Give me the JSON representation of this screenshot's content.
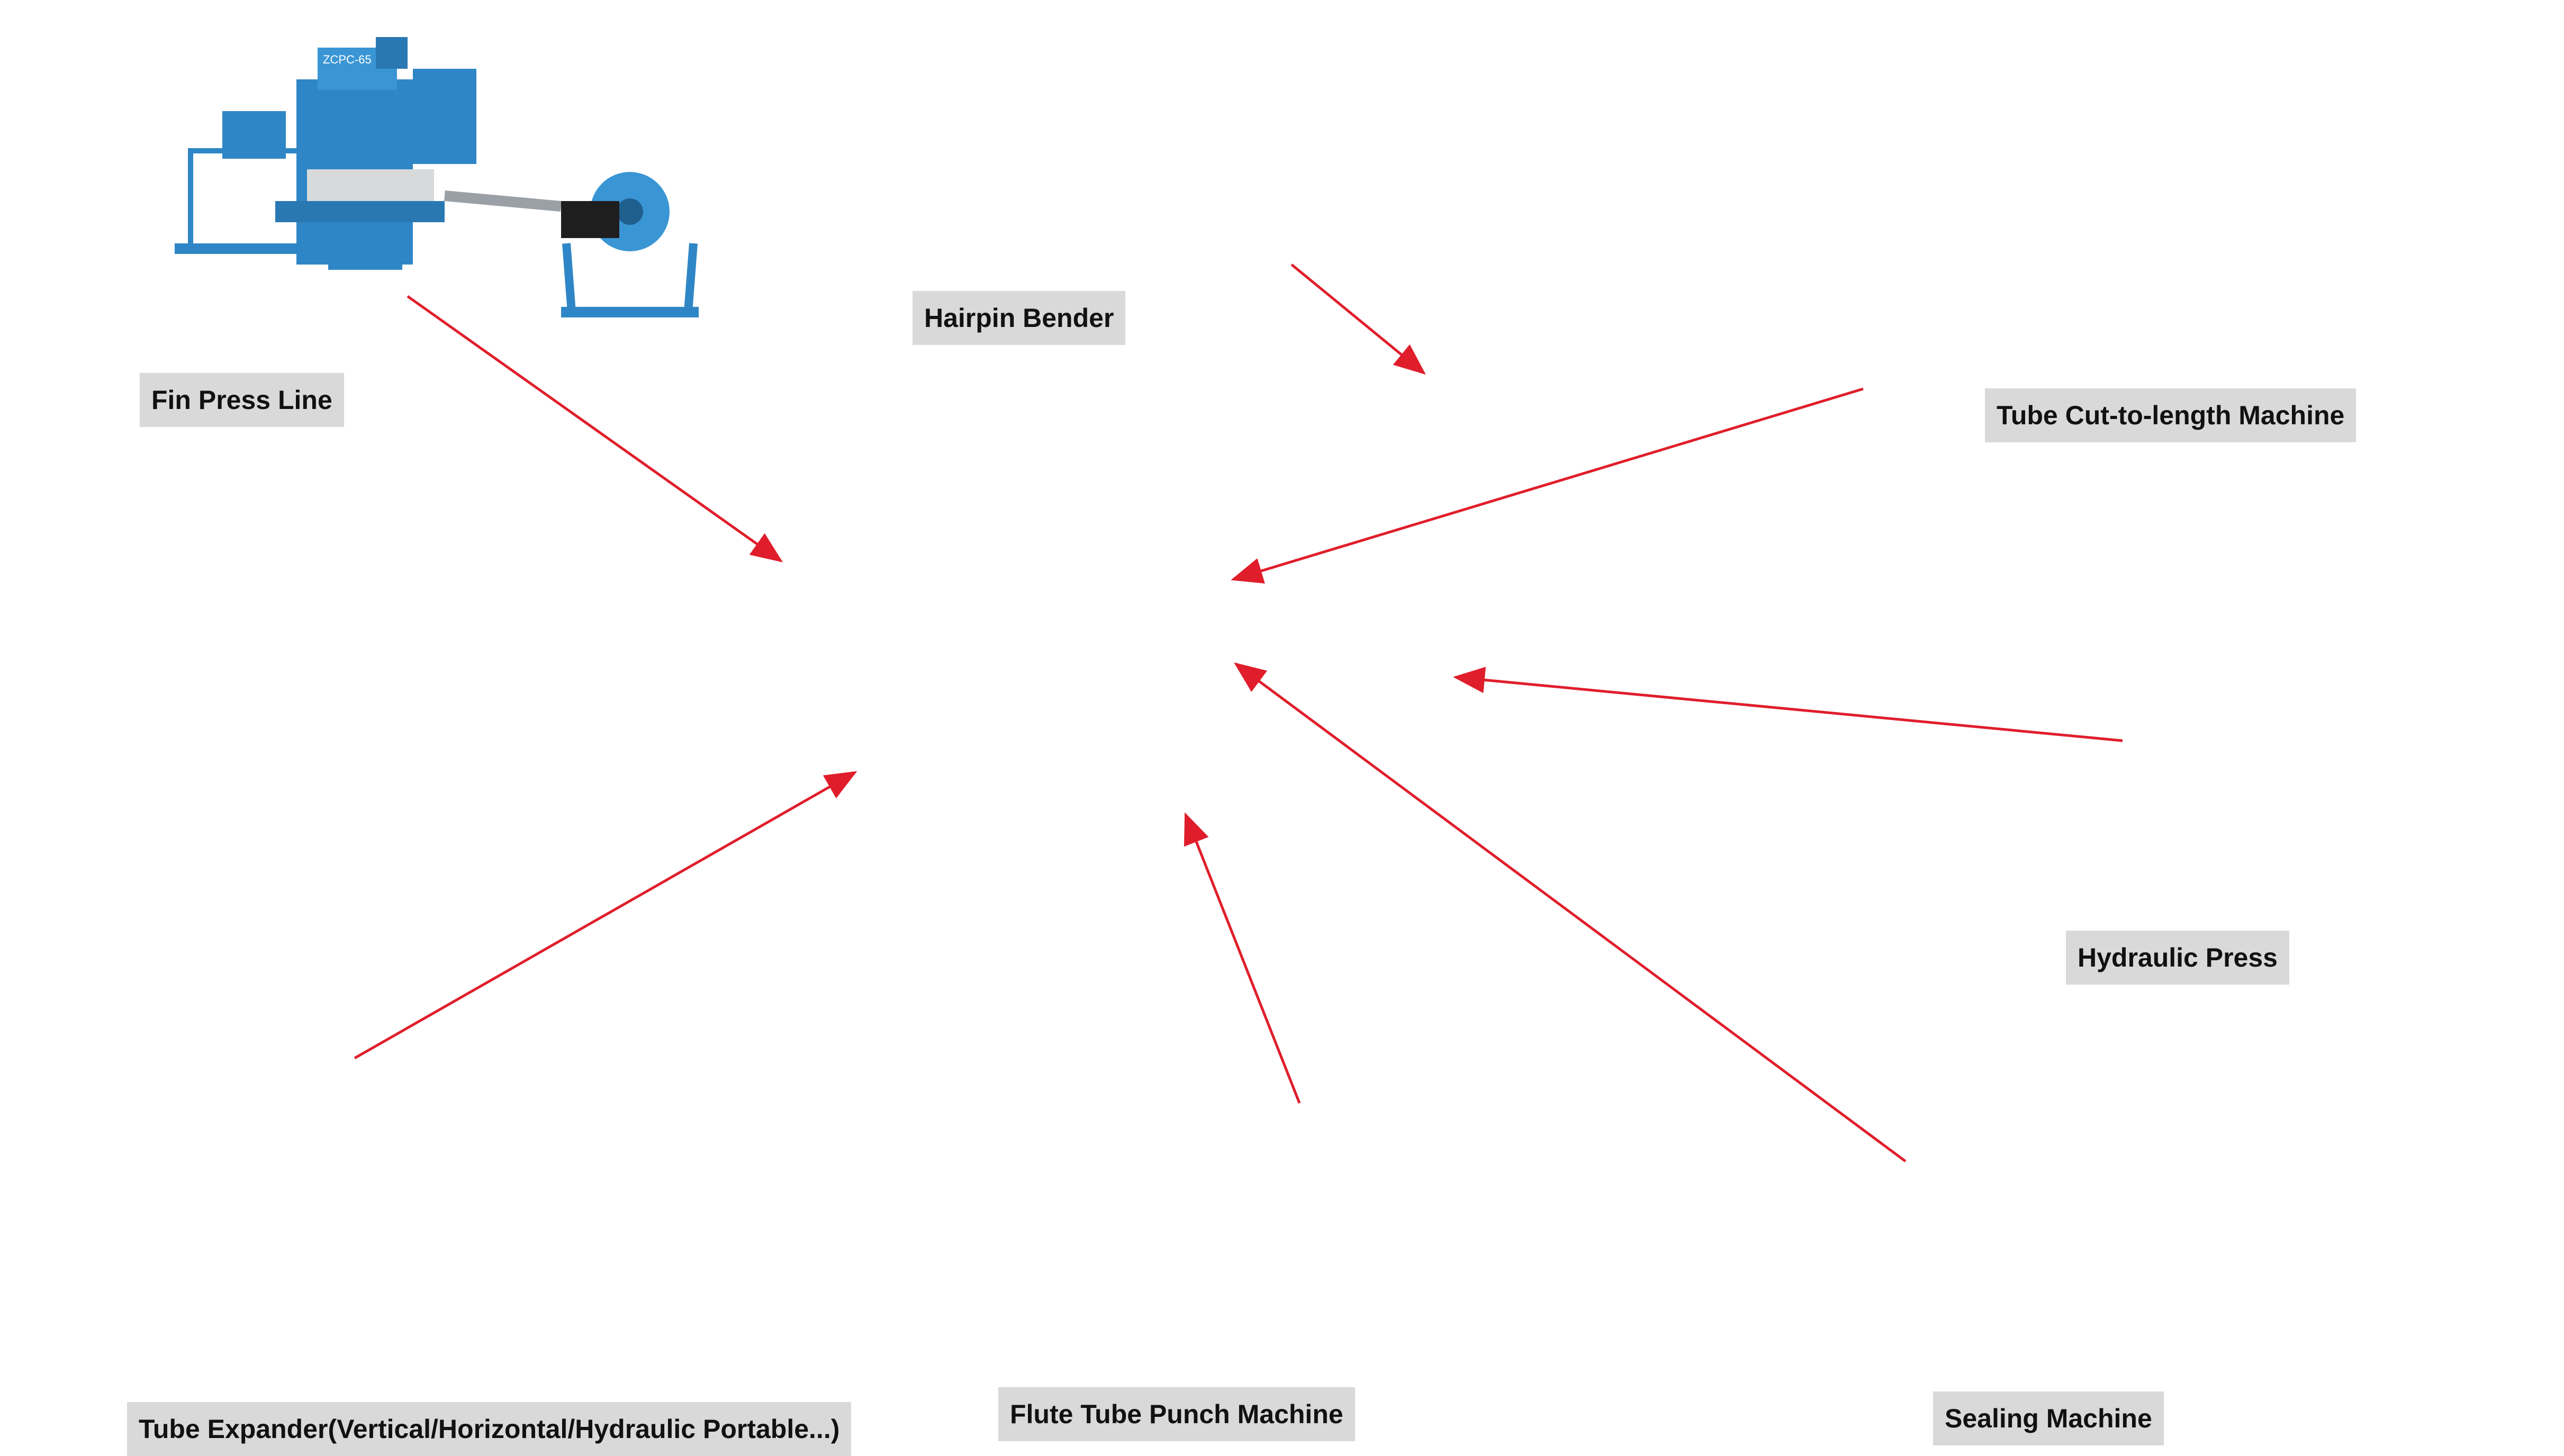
{
  "labels": {
    "fin_press_line": "Fin Press Line",
    "hairpin_bender": "Hairpin Bender",
    "tube_cut": "Tube Cut-to-length Machine",
    "hydraulic_press": "Hydraulic Press",
    "tube_expander": "Tube Expander(Vertical/Horizontal/Hydraulic Portable...)",
    "flute_tube_punch": "Flute Tube Punch Machine",
    "sealing_machine": "Sealing Machine"
  },
  "machine_sign": "ZCPC-65",
  "colors": {
    "arrow": "#e01e2b",
    "machine_blue": "#2f86c6",
    "label_bg": "#d9d9d9",
    "copper": "#c8703f",
    "fin_gray": "#8c9399"
  },
  "icons": [
    "fin-press-machine",
    "hairpin-bender-machine",
    "hairpin-tube",
    "tube-cut-machine",
    "hydraulic-press-machine",
    "heat-exchanger-coil",
    "tube-expander-machine",
    "portable-expander",
    "flute-tube-punch-machine",
    "sealing-machine"
  ]
}
